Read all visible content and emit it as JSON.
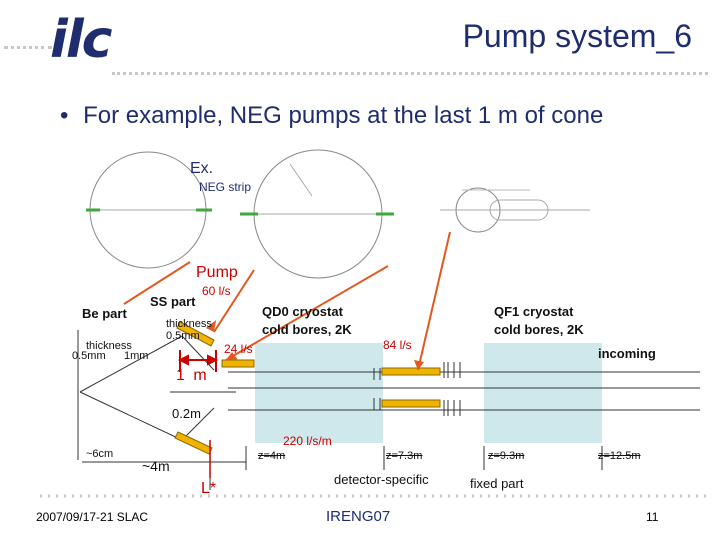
{
  "slide": {
    "title": "Pump system_6",
    "logo_text": "ilc",
    "bullet_symbol": "•",
    "bullet_text": "For example, NEG pumps at the last 1 m of cone"
  },
  "labels": {
    "ex": "Ex.",
    "neg_strip": "NEG strip",
    "pump": "Pump",
    "speed_60": "60 l/s",
    "speed_24": "24 l/s",
    "speed_84": "84 l/s",
    "speed_220": "220 l/s/m",
    "one_m": "1 m",
    "l_star": "L*"
  },
  "drawing_labels": {
    "be_part": "Be part",
    "ss_part": "SS part",
    "qd0_line1": "QD0 cryostat",
    "qd0_line2": "cold bores, 2K",
    "qf1_line1": "QF1 cryostat",
    "qf1_line2": "cold bores, 2K",
    "incoming": "incoming",
    "thickness": "thickness",
    "thickness_sub": "0.5mm",
    "thickness_left": "thickness",
    "thickness_left_sub": "0.5mm      1mm",
    "two_tenths_m": "0.2m",
    "four_m": "~4m",
    "six_cm": "~6cm",
    "z4": "z=4m",
    "z73": "z=7.3m",
    "z93": "z=9.3m",
    "z125": "z=12.5m",
    "detector_specific": "detector-specific",
    "fixed_part": "fixed part"
  },
  "footer": {
    "left": "2007/09/17-21 SLAC",
    "center": "IRENG07",
    "page": "11"
  },
  "colors": {
    "title_blue": "#1f2d6e",
    "label_red": "#cc0000",
    "arrow_orange": "#e2581e",
    "pump_yellow": "#f0b400",
    "cryostat_cyan": "#cfe8ec",
    "neg_strip_green": "#3fa83f"
  }
}
